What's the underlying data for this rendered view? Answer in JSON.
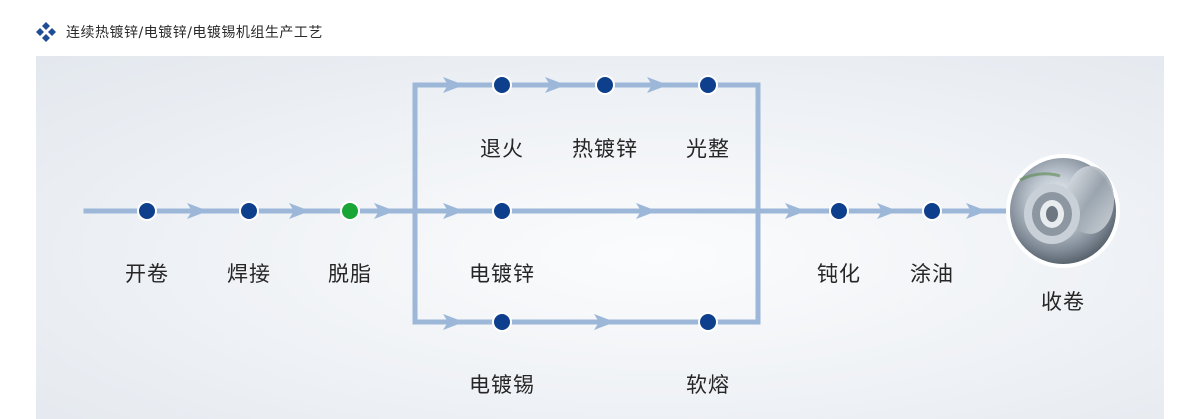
{
  "header": {
    "title": "连续热镀锌/电镀锌/电镀锡机组生产工艺"
  },
  "colors": {
    "line": "#9cb7d8",
    "node": "#0e3f8c",
    "node_active": "#1aa537",
    "header_icon": "#1e4f96"
  },
  "steps": {
    "uncoil": "开卷",
    "weld": "焊接",
    "degrease": "脱脂",
    "anneal": "退火",
    "hot_galvanize": "热镀锌",
    "skin_pass": "光整",
    "electro_galvanize": "电镀锌",
    "electro_tin": "电镀锡",
    "reflow": "软熔",
    "passivate": "钝化",
    "oil": "涂油",
    "recoil": "收卷"
  },
  "icons": {
    "header": "diamond-cluster-icon",
    "end": "steel-coil-icon"
  }
}
